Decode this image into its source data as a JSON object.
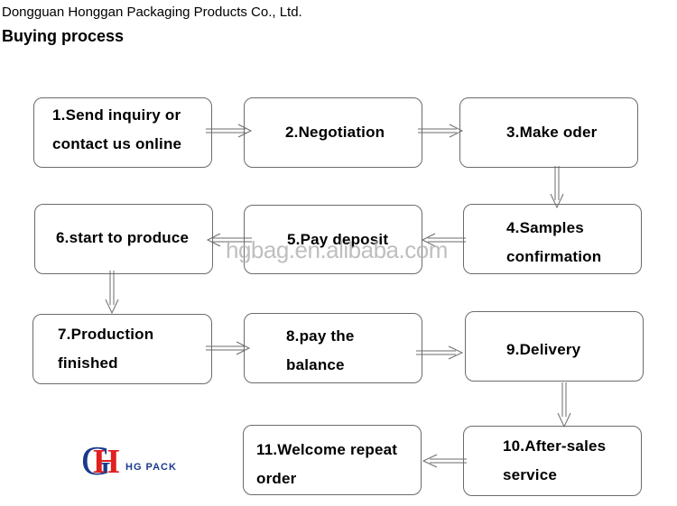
{
  "header": {
    "company": "Dongguan Honggan Packaging Products Co., Ltd.",
    "title": "Buying process"
  },
  "steps": [
    {
      "label": "1.Send inquiry or\ncontact us online"
    },
    {
      "label": "2.Negotiation"
    },
    {
      "label": "3.Make oder"
    },
    {
      "label": "4.Samples\nconfirmation"
    },
    {
      "label": "5.Pay deposit"
    },
    {
      "label": "6.start to produce"
    },
    {
      "label": "7.Production\nfinished"
    },
    {
      "label": "8.pay the\nbalance"
    },
    {
      "label": "9.Delivery"
    },
    {
      "label": "10.After-sales\nservice"
    },
    {
      "label": "11.Welcome repeat\norder"
    }
  ],
  "flow": [
    {
      "from": 1,
      "to": 2,
      "direction": "right"
    },
    {
      "from": 2,
      "to": 3,
      "direction": "right"
    },
    {
      "from": 3,
      "to": 4,
      "direction": "down"
    },
    {
      "from": 4,
      "to": 5,
      "direction": "left"
    },
    {
      "from": 5,
      "to": 6,
      "direction": "left"
    },
    {
      "from": 6,
      "to": 7,
      "direction": "down"
    },
    {
      "from": 7,
      "to": 8,
      "direction": "right"
    },
    {
      "from": 8,
      "to": 9,
      "direction": "right"
    },
    {
      "from": 9,
      "to": 10,
      "direction": "down"
    },
    {
      "from": 10,
      "to": 11,
      "direction": "left"
    }
  ],
  "watermark": "hgbag.en.alibaba.com",
  "logo": {
    "mark_g": "G",
    "mark_h": "H",
    "text": "HG PACK"
  }
}
